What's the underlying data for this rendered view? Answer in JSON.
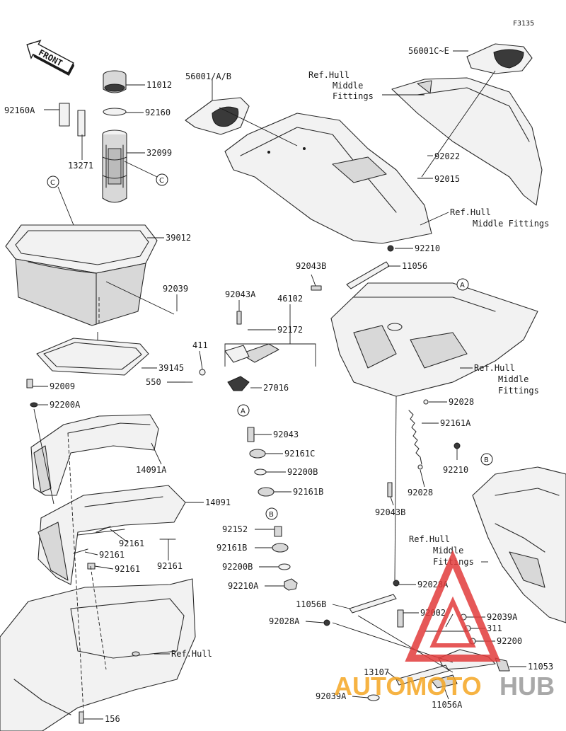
{
  "figure_code": "F3135",
  "direction_label": "FRONT",
  "callouts": {
    "a": "A",
    "b": "B",
    "c": "C"
  },
  "parts": {
    "p11012": "11012",
    "p92160": "92160",
    "p92160A": "92160A",
    "p13271": "13271",
    "p32099": "32099",
    "p56001AB": "56001/A/B",
    "p56001CE": "56001C~E",
    "p92022": "92022",
    "p92015": "92015",
    "p39012": "39012",
    "p92039": "92039",
    "p39145": "39145",
    "p92210_top": "92210",
    "p92043B_top": "92043B",
    "p11056": "11056",
    "p92043A": "92043A",
    "p46102": "46102",
    "p92172": "92172",
    "p411": "411",
    "p550": "550",
    "p27016": "27016",
    "p92009": "92009",
    "p92200A": "92200A",
    "p14091A": "14091A",
    "p14091": "14091",
    "p92161_a": "92161",
    "p92161_b": "92161",
    "p92161_c": "92161",
    "p92161_d": "92161",
    "p92043": "92043",
    "p92161C": "92161C",
    "p92200B_1": "92200B",
    "p92161B_1": "92161B",
    "p92152": "92152",
    "p92161B_2": "92161B",
    "p92200B_2": "92200B",
    "p92210A": "92210A",
    "p92028_1": "92028",
    "p92161A": "92161A",
    "p92210_mid": "92210",
    "p92028_2": "92028",
    "p92043B_mid": "92043B",
    "p92028A_1": "92028A",
    "p11056B": "11056B",
    "p92002": "92002",
    "p92028A_2": "92028A",
    "p92039A_1": "92039A",
    "p311": "311",
    "p92200": "92200",
    "p13107": "13107",
    "p11053": "11053",
    "p92039A_2": "92039A",
    "p11056A": "11056A",
    "p156": "156"
  },
  "references": {
    "ref_top_l1": "Ref.Hull",
    "ref_top_l2": "Middle",
    "ref_top_l3": "Fittings",
    "ref_mid_l1": "Ref.Hull",
    "ref_mid_l2": "Middle Fittings",
    "ref_a_l1": "Ref.Hull",
    "ref_a_l2": "Middle",
    "ref_a_l3": "Fittings",
    "ref_b_l1": "Ref.Hull",
    "ref_b_l2": "Middle",
    "ref_b_l3": "Fittings",
    "ref_hull": "Ref.Hull"
  },
  "watermark": {
    "part1": "AUTOMOTO",
    "part2": "HUB",
    "color_orange": "#f5a623",
    "color_gray": "#9a9a9a",
    "color_red": "#e23b3b"
  }
}
